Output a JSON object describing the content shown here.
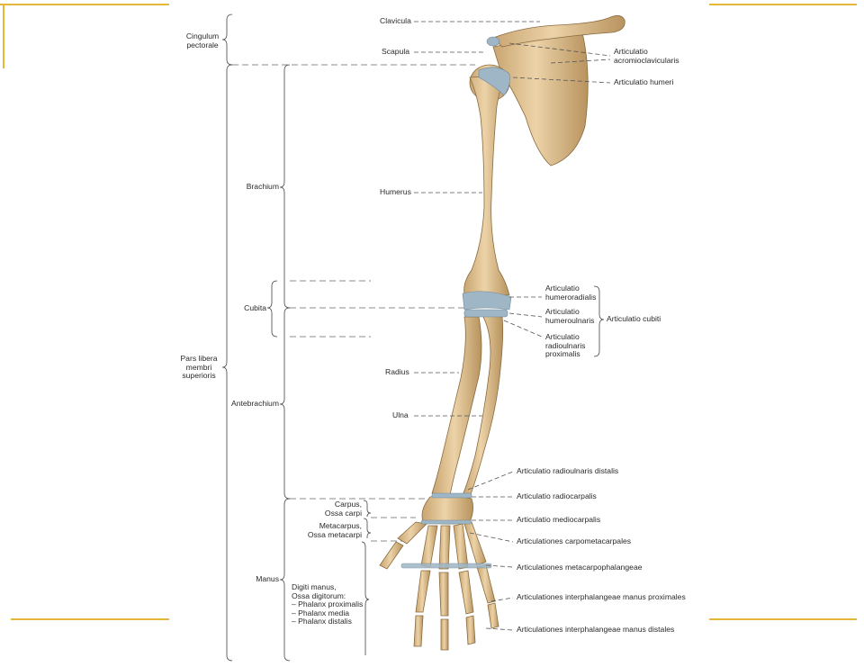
{
  "colors": {
    "frame_accent": "#e6b83a",
    "bone": "#d9b98a",
    "bone_shadow": "#b8935e",
    "cartilage": "#9fb6c6",
    "leader": "#555555"
  },
  "regions": {
    "cingulum": "Cingulum\npectorale",
    "pars_libera": "Pars libera\nmembri\nsuperioris",
    "brachium": "Brachium",
    "cubita": "Cubita",
    "antebrachium": "Antebrachium",
    "manus": "Manus",
    "carpus": "Carpus,\nOssa carpi",
    "metacarpus": "Metacarpus,\nOssa metacarpi",
    "digiti": "Digiti manus,\nOssa digitorum:\n– Phalanx proximalis\n– Phalanx media\n– Phalanx distalis"
  },
  "bones": {
    "clavicula": "Clavicula",
    "scapula": "Scapula",
    "humerus": "Humerus",
    "radius": "Radius",
    "ulna": "Ulna"
  },
  "joints": {
    "acromioclavicularis": "Articulatio\nacromioclavicularis",
    "humeri": "Articulatio humeri",
    "humeroradialis": "Articulatio\nhumeroradialis",
    "humeroulnaris": "Articulatio\nhumeroulnaris",
    "radioulnaris_proximalis": "Articulatio\nradioulnaris\nproximalis",
    "cubiti": "Articulatio cubiti",
    "radioulnaris_distalis": "Articulatio radioulnaris distalis",
    "radiocarpalis": "Articulatio radiocarpalis",
    "mediocarpalis": "Articulatio mediocarpalis",
    "carpometacarpales": "Articulationes carpometacarpales",
    "metacarpophalangeae": "Articulationes metacarpophalangeae",
    "interphalangeae_proximales": "Articulationes interphalangeae manus proximales",
    "interphalangeae_distales": "Articulationes interphalangeae manus distales"
  }
}
